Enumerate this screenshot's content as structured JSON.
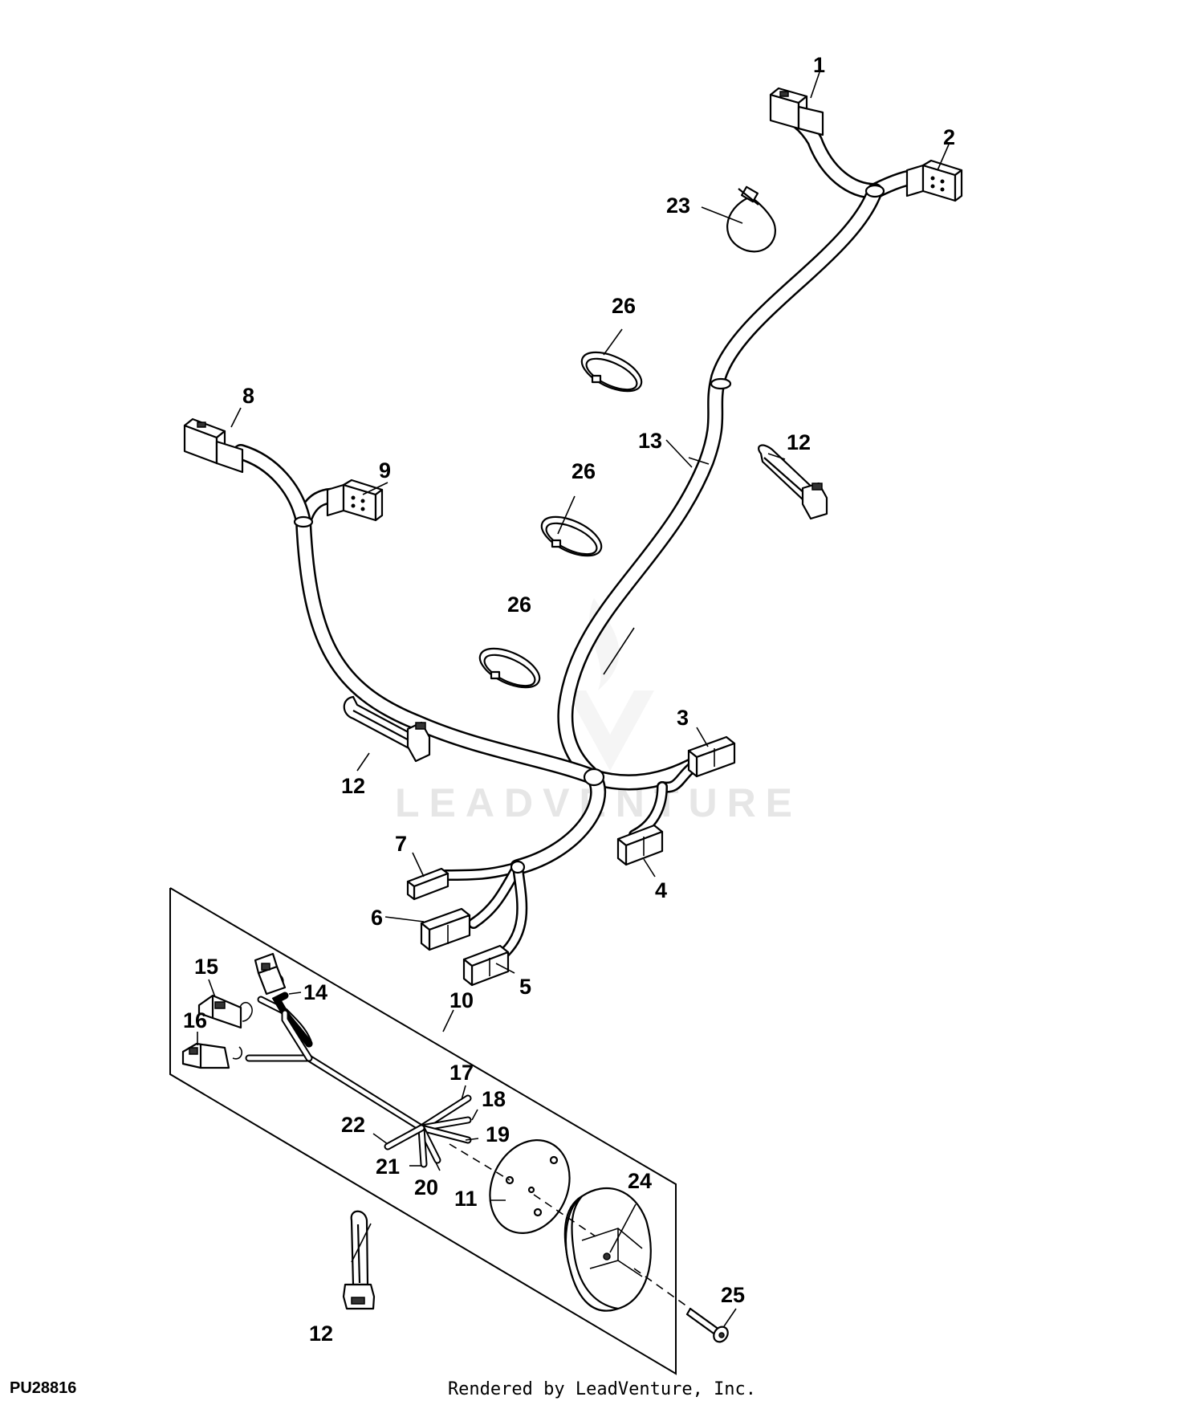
{
  "callouts": {
    "c1": "1",
    "c2": "2",
    "c3": "3",
    "c4": "4",
    "c5": "5",
    "c6": "6",
    "c7": "7",
    "c8": "8",
    "c9": "9",
    "c10": "10",
    "c11": "11",
    "c12a": "12",
    "c12b": "12",
    "c12c": "12",
    "c13": "13",
    "c14": "14",
    "c15": "15",
    "c16": "16",
    "c17": "17",
    "c18": "18",
    "c19": "19",
    "c20": "20",
    "c21": "21",
    "c22": "22",
    "c23": "23",
    "c24": "24",
    "c25": "25",
    "c26a": "26",
    "c26b": "26",
    "c26c": "26"
  },
  "watermark": "LEADVENTURE",
  "figure_id": "PU28816",
  "footer": "Rendered by LeadVenture, Inc."
}
